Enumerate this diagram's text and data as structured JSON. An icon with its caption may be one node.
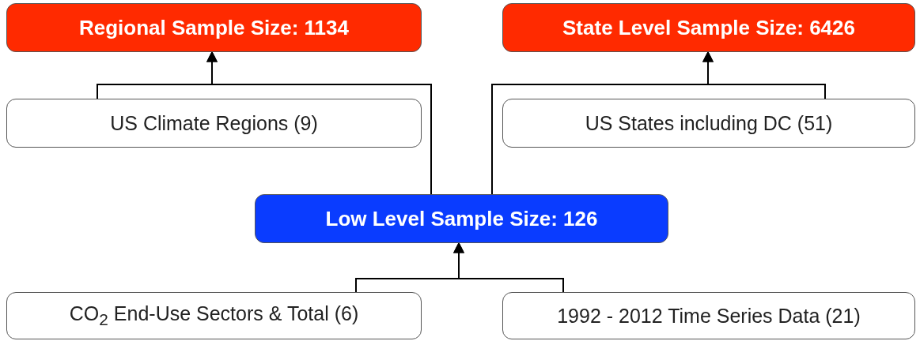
{
  "diagram": {
    "nodes": [
      {
        "text": [
          "Regional Sample Size: 1134"
        ]
      },
      {
        "text": [
          "State Level Sample Size: 6426"
        ]
      },
      {
        "text": [
          "US Climate Regions (9)"
        ]
      },
      {
        "text": [
          "US States including DC (51)"
        ]
      },
      {
        "text": [
          "Low Level Sample Size: 126"
        ]
      },
      {
        "text": [
          "CO$_{2}$ End-Use Sectors & Total (6)"
        ]
      },
      {
        "text": [
          "1992 - 2012 Time Series Data (21)"
        ]
      }
    ],
    "edges": [
      {
        "from": 2,
        "to": 0,
        "arrow": "to"
      },
      {
        "from": 4,
        "to": 0,
        "arrow": "to"
      },
      {
        "from": 3,
        "to": 1,
        "arrow": "to"
      },
      {
        "from": 4,
        "to": 1,
        "arrow": "to"
      },
      {
        "from": 5,
        "to": 4,
        "arrow": "to"
      },
      {
        "from": 6,
        "to": 4,
        "arrow": "to"
      }
    ]
  }
}
